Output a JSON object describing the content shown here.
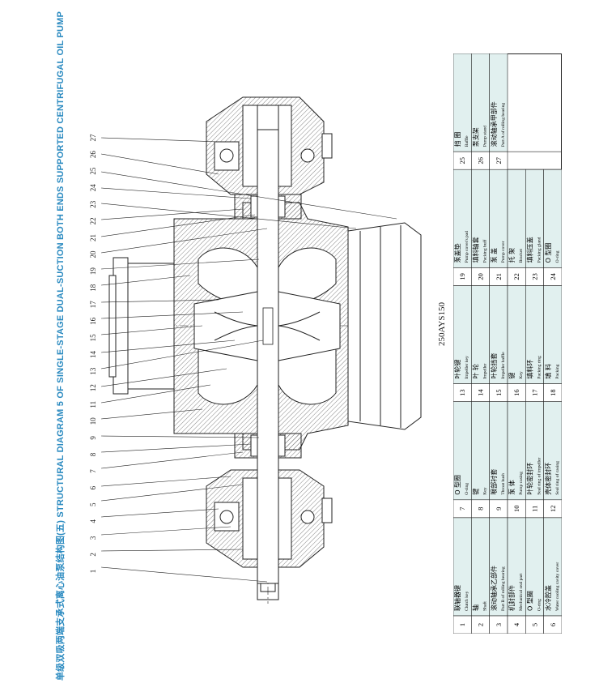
{
  "title": "单级双吸两端支承式离心油泵结构图(五) STRUCTURAL DIAGRAM 5 OF SINGLE-STAGE DUAL-SUCTION BOTH ENDS SUPPORTED CENTRIFUGAL OIL PUMP",
  "model": "250AYS150",
  "leader_numbers": [
    "1",
    "2",
    "3",
    "4",
    "5",
    "6",
    "7",
    "8",
    "9",
    "10",
    "11",
    "12",
    "13",
    "14",
    "15",
    "16",
    "17",
    "18",
    "19",
    "20",
    "21",
    "22",
    "23",
    "24",
    "25",
    "26",
    "27"
  ],
  "parts": [
    {
      "no": "1",
      "cn": "联轴器键",
      "en": "Clutch key"
    },
    {
      "no": "2",
      "cn": "轴",
      "en": "Shaft"
    },
    {
      "no": "3",
      "cn": "滚动轴承乙部件",
      "en": "Part B of rolling bearing"
    },
    {
      "no": "4",
      "cn": "机封部件",
      "en": "Mechanical seal part"
    },
    {
      "no": "5",
      "cn": "O 型圈",
      "en": "O-ring"
    },
    {
      "no": "6",
      "cn": "水冷腔盖",
      "en": "Water cooling cavity cover"
    },
    {
      "no": "7",
      "cn": "O 型圈",
      "en": "O-ring"
    },
    {
      "no": "8",
      "cn": "键",
      "en": "Key"
    },
    {
      "no": "9",
      "cn": "喉部衬套",
      "en": "Throat bush"
    },
    {
      "no": "10",
      "cn": "泵 体",
      "en": "Pump casing"
    },
    {
      "no": "11",
      "cn": "叶轮密封环",
      "en": "Seal ring of impeller"
    },
    {
      "no": "12",
      "cn": "壳体密封环",
      "en": "Seal ring of casing"
    },
    {
      "no": "13",
      "cn": "叶轮键",
      "en": "Impeller key"
    },
    {
      "no": "14",
      "cn": "叶 轮",
      "en": "Impeller"
    },
    {
      "no": "15",
      "cn": "叶轮挡套",
      "en": "Impeller baffle"
    },
    {
      "no": "16",
      "cn": "键",
      "en": "Key"
    },
    {
      "no": "17",
      "cn": "填料环",
      "en": "Packing ring"
    },
    {
      "no": "18",
      "cn": "填 料",
      "en": "Packing"
    },
    {
      "no": "19",
      "cn": "泵盖垫",
      "en": "Pump cover's pad"
    },
    {
      "no": "20",
      "cn": "填料轴套",
      "en": "Packing buff"
    },
    {
      "no": "21",
      "cn": "泵 盖",
      "en": "Pump cover"
    },
    {
      "no": "22",
      "cn": "托 架",
      "en": "Bracket"
    },
    {
      "no": "23",
      "cn": "填料压盖",
      "en": "Packing gland"
    },
    {
      "no": "24",
      "cn": "O 型圈",
      "en": "O-ring"
    },
    {
      "no": "25",
      "cn": "挡 圈",
      "en": "Baffle"
    },
    {
      "no": "26",
      "cn": "泵支架",
      "en": "Pump stand"
    },
    {
      "no": "27",
      "cn": "滚动轴承甲部件",
      "en": "Part A of rolling bearing"
    }
  ],
  "colors": {
    "title": "#2a8ac0",
    "cell_fill": "#e1f0ef",
    "line": "#222222",
    "hatch": "#555555"
  }
}
